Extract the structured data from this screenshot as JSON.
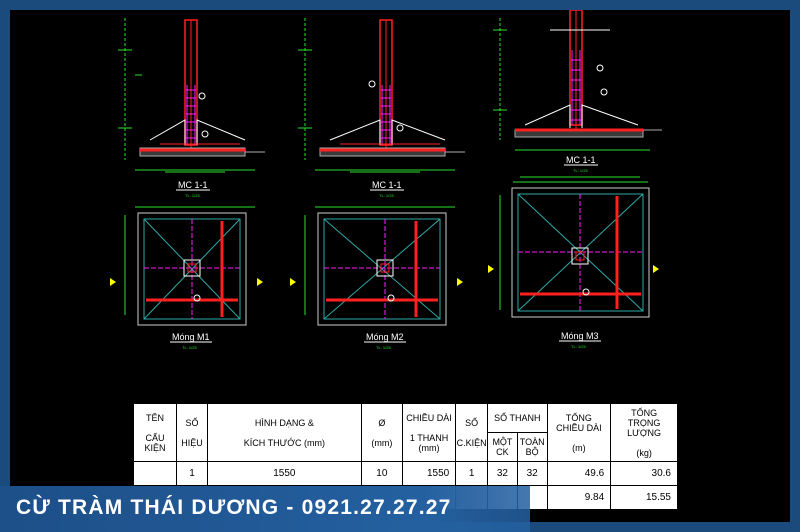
{
  "sections": [
    {
      "title": "MC 1-1",
      "scale": "TL: 1/25"
    },
    {
      "title": "MC 1-1",
      "scale": "TL: 1/25"
    },
    {
      "title": "MC 1-1",
      "scale": "TL: 1/25"
    }
  ],
  "plans": [
    {
      "title": "Móng M1",
      "scale": "TL: 1/25"
    },
    {
      "title": "Móng M2",
      "scale": "TL: 1/25"
    },
    {
      "title": "Móng M3",
      "scale": "TL: 1/25"
    }
  ],
  "table": {
    "headers": {
      "ten": "TÊN",
      "cau_kien": "CẤU KIỆN",
      "so": "SỐ",
      "hieu": "HIỆU",
      "hinh_dang": "HÌNH DẠNG &",
      "kich_thuoc": "KÍCH THƯỚC (mm)",
      "phi": "Ø",
      "phi_unit": "(mm)",
      "chieu_dai": "CHIỀU DÀI",
      "mot_thanh": "1 THANH",
      "chieu_dai_unit": "(mm)",
      "so2": "SỐ",
      "ck": "C.KIỆN",
      "so_thanh": "SỐ THANH",
      "mot": "MỘT",
      "ck2": "CK",
      "toan": "TOÀN",
      "bo": "BỘ",
      "tong_chieu_dai": "TỔNG",
      "tong_chieu_dai2": "CHIỀU DÀI",
      "tong_chieu_dai_unit": "(m)",
      "tong_trong_luong": "TỔNG",
      "tong_trong_luong2": "TRỌNG LƯỢNG",
      "tong_trong_luong_unit": "(kg)"
    },
    "rows": [
      {
        "hieu": "1",
        "shape": "1550",
        "phi": "10",
        "len": "1550",
        "ck": "1",
        "mot": "32",
        "toan": "32",
        "tong_len": "49.6",
        "weight": "30.6"
      },
      {
        "hieu": "",
        "shape": "",
        "phi": "",
        "len": "",
        "ck": "",
        "mot": "",
        "toan": "",
        "tong_len": "9.84",
        "weight": "15.55"
      }
    ]
  },
  "banner": {
    "text": "CỪ TRÀM THÁI DƯƠNG - 0921.27.27.27"
  }
}
